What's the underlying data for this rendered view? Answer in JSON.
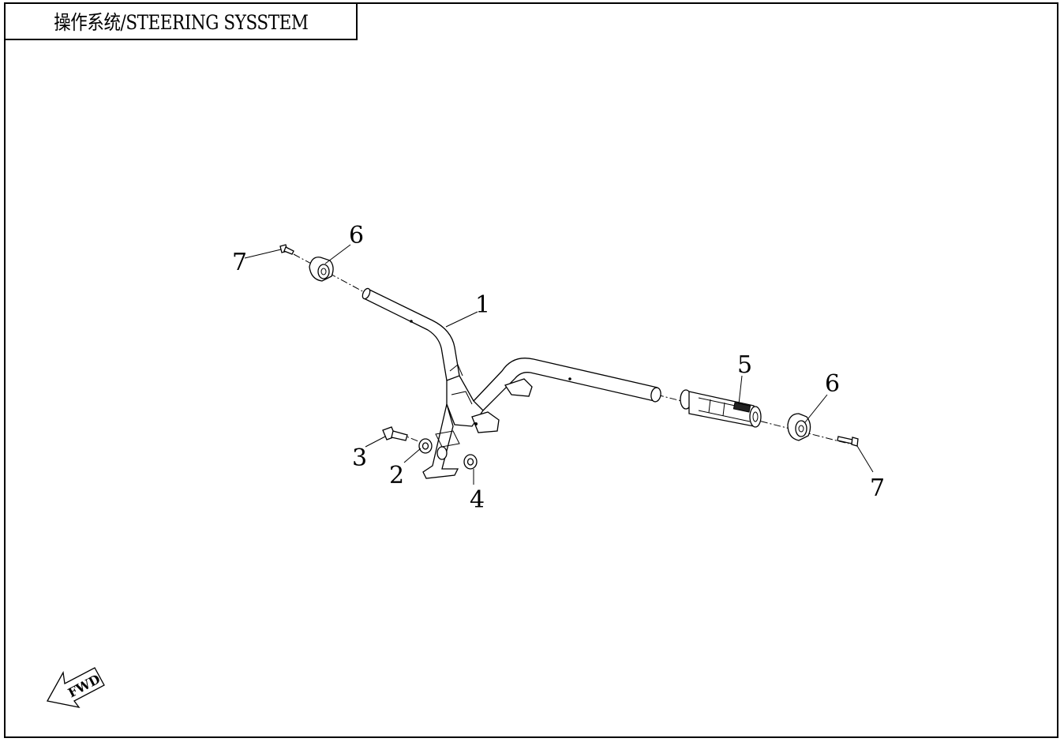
{
  "title": "操作系统/STEERING SYSSTEM",
  "callouts": {
    "c1": "1",
    "c2": "2",
    "c3": "3",
    "c4": "4",
    "c5": "5",
    "c6_left": "6",
    "c6_right": "6",
    "c7_left": "7",
    "c7_right": "7"
  },
  "direction_label": "FWD"
}
